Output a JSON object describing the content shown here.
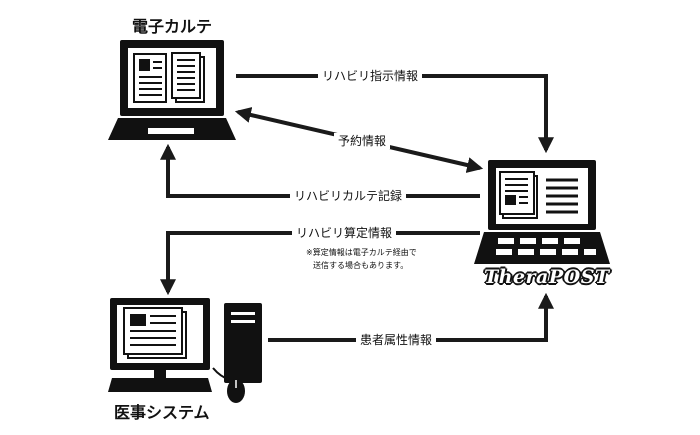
{
  "nodes": {
    "ehr": {
      "title": "電子カルテ"
    },
    "therapost": {
      "logo_text": "TheraPOST"
    },
    "medical_system": {
      "title": "医事システム"
    }
  },
  "edges": {
    "rehab_order": "リハビリ指示情報",
    "appointment": "予約情報",
    "rehab_record": "リハビリカルテ記録",
    "rehab_billing": "リハビリ算定情報",
    "patient_attributes": "患者属性情報"
  },
  "note": {
    "line1": "※算定情報は電子カルテ経由で",
    "line2": "送信する場合もあります。"
  },
  "colors": {
    "line": "#1a1a1a",
    "background": "#ffffff"
  }
}
